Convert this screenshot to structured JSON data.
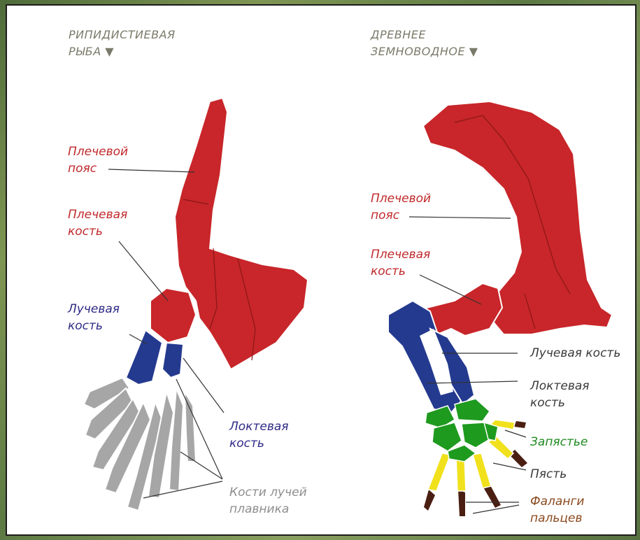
{
  "fish": {
    "header": "РИПИДИСТИЕВАЯ\nРЫБА ▼",
    "labels": {
      "shoulder_girdle": "Плечевой\nпояс",
      "humerus": "Плечевая\nкость",
      "radius": "Лучевая\nкость",
      "ulna": "Локтевая\nкость",
      "fin_rays": "Кости лучей\nплавника"
    }
  },
  "amphibian": {
    "header": "ДРЕВНЕЕ\nЗЕМНОВОДНОЕ ▼",
    "labels": {
      "shoulder_girdle": "Плечевой\nпояс",
      "humerus": "Плечевая\nкость",
      "radius": "Лучевая кость",
      "ulna": "Локтевая\nкость",
      "wrist": "Запястье",
      "metacarpus": "Пясть",
      "phalanges": "Фаланги\nпальцев"
    }
  },
  "colors": {
    "girdle_humerus": "#c8262a",
    "radius_ulna": "#26358f",
    "fin_rays": "#a3a3a3",
    "wrist": "#1e9a1e",
    "metacarpus": "#f0e11c",
    "phalanges": "#4a1f12"
  }
}
